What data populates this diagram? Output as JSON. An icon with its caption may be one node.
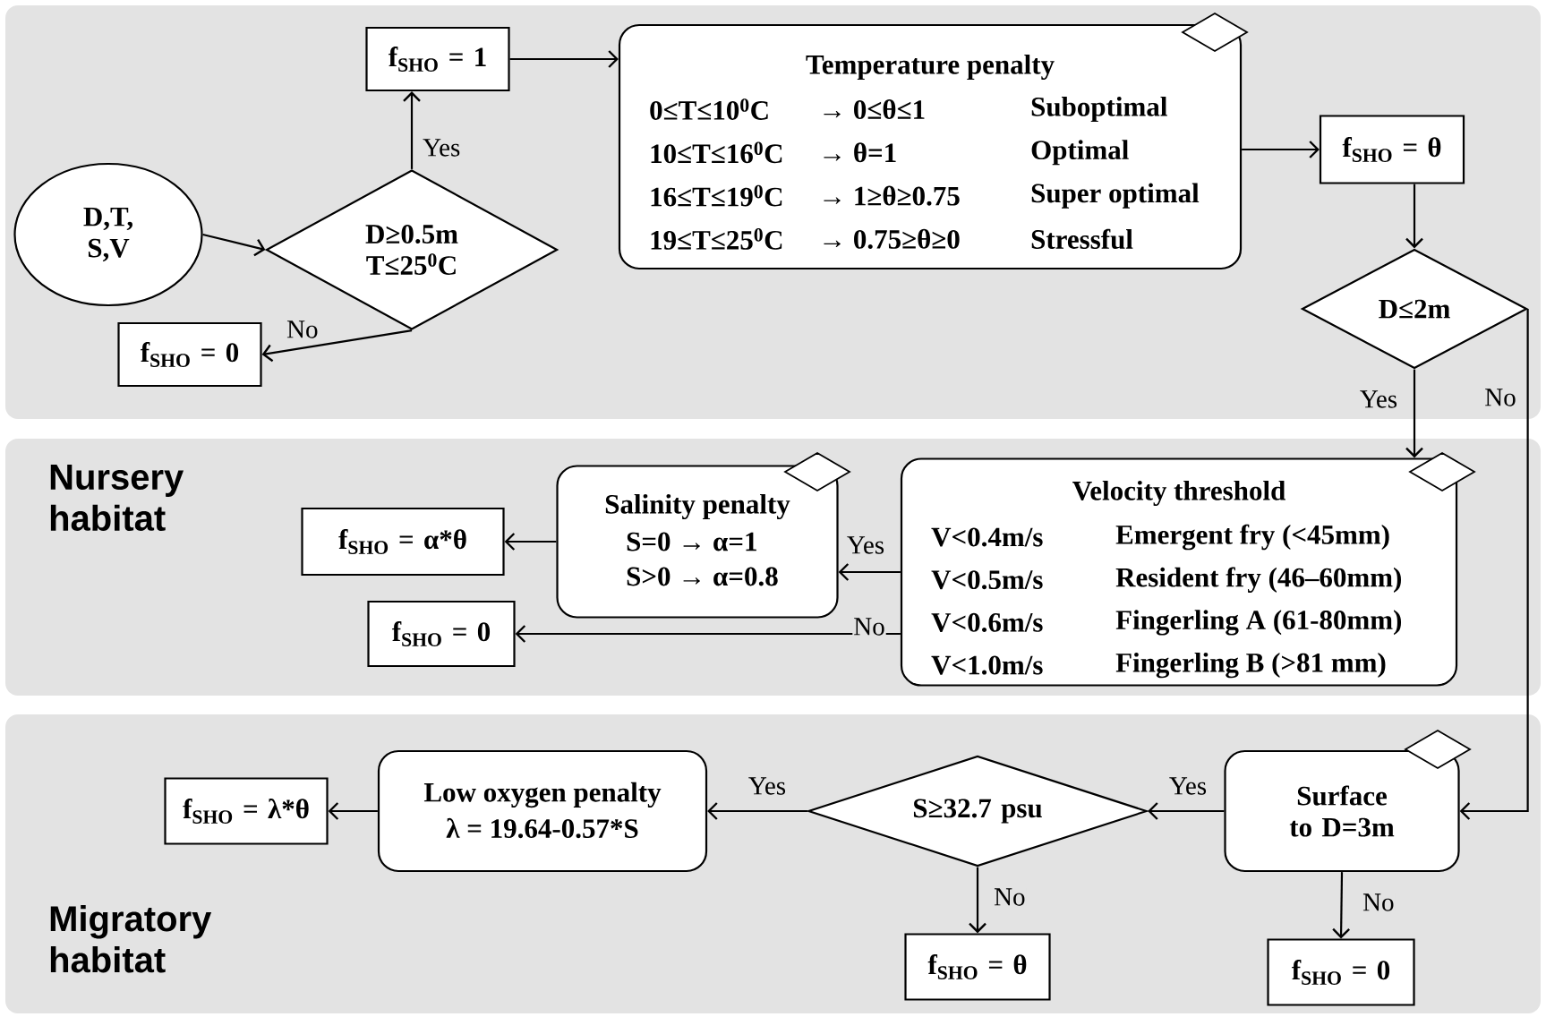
{
  "diagram": {
    "nodes": [
      {
        "text": [],
        "shape": "band"
      },
      {
        "text": [
          "D,T, S,V"
        ],
        "in": 0
      },
      {
        "text": [
          "D≥0.5m T≤25$^{0}$C"
        ],
        "in": 0
      },
      {
        "text": [
          "f$_{SHO}$ = 1"
        ],
        "in": 0
      },
      {
        "text": [
          "f$_{SHO}$ = 0"
        ],
        "in": 0
      },
      {
        "text": [
          "Temperature penalty",
          "0≤T≤10$^{0}$C",
          "→ 0≤θ≤1",
          "Suboptimal",
          "10≤T≤16$^{0}$C",
          "→ θ=1",
          "Optimal",
          "16≤T≤19$^{0}$C",
          "→ 1≥θ≥0.75",
          "Super optimal",
          "19≤T≤25$^{0}$C",
          "→ 0.75≥θ≥0",
          "Stressful"
        ],
        "in": 0
      },
      {
        "text": [
          "f$_{SHO}$ = θ"
        ],
        "in": 0
      },
      {
        "text": [
          "D≤2m"
        ],
        "in": 0
      },
      {
        "text": [
          "Nursery habitat"
        ]
      },
      {
        "text": [
          "Velocity threshold",
          "V<0.4m/s",
          "Emergent fry (<45mm)",
          "V<0.5m/s",
          "Resident fry (46–60mm)",
          "V<0.6m/s",
          "Fingerling A (61-80mm)",
          "V<1.0m/s",
          "Fingerling B (>81 mm)"
        ],
        "in": 8
      },
      {
        "text": [
          "Salinity penalty",
          "S=0 → α=1",
          "S>0 → α=0.8"
        ],
        "in": 8
      },
      {
        "text": [
          "f$_{SHO}$ = α*θ"
        ],
        "in": 8
      },
      {
        "text": [
          "f$_{SHO}$ = 0"
        ],
        "in": 8
      },
      {
        "text": [
          "Migratory habitat"
        ]
      },
      {
        "text": [
          "Surface to D=3m"
        ],
        "in": 13
      },
      {
        "text": [
          "S≥32.7 psu"
        ],
        "in": 13
      },
      {
        "text": [
          "Low oxygen penalty",
          "λ = 19.64-0.57*S"
        ],
        "in": 13
      },
      {
        "text": [
          "f$_{SHO}$ = λ*θ"
        ],
        "in": 13
      },
      {
        "text": [
          "f$_{SHO}$ = θ"
        ],
        "in": 13
      },
      {
        "text": [
          "f$_{SHO}$ = 0"
        ],
        "in": 13
      }
    ],
    "edges": [
      {
        "from": 1,
        "to": 2,
        "arrow": "to"
      },
      {
        "from": 2,
        "to": 3,
        "arrow": "to",
        "label": "Yes"
      },
      {
        "from": 2,
        "to": 4,
        "arrow": "to",
        "label": "No"
      },
      {
        "from": 3,
        "to": 5,
        "arrow": "to"
      },
      {
        "from": 5,
        "to": 6,
        "arrow": "to"
      },
      {
        "from": 6,
        "to": 7,
        "arrow": "to"
      },
      {
        "from": 7,
        "to": 9,
        "arrow": "to",
        "label": "Yes"
      },
      {
        "from": 7,
        "to": 14,
        "arrow": "to",
        "label": "No"
      },
      {
        "from": 9,
        "to": 10,
        "arrow": "to",
        "label": "Yes"
      },
      {
        "from": 9,
        "to": 12,
        "arrow": "to",
        "label": "No"
      },
      {
        "from": 10,
        "to": 11,
        "arrow": "to"
      },
      {
        "from": 14,
        "to": 15,
        "arrow": "to",
        "label": "Yes"
      },
      {
        "from": 15,
        "to": 16,
        "arrow": "to",
        "label": "Yes"
      },
      {
        "from": 16,
        "to": 17,
        "arrow": "to"
      },
      {
        "from": 15,
        "to": 18,
        "arrow": "to",
        "label": "No"
      },
      {
        "from": 14,
        "to": 19,
        "arrow": "to",
        "label": "No"
      }
    ]
  }
}
